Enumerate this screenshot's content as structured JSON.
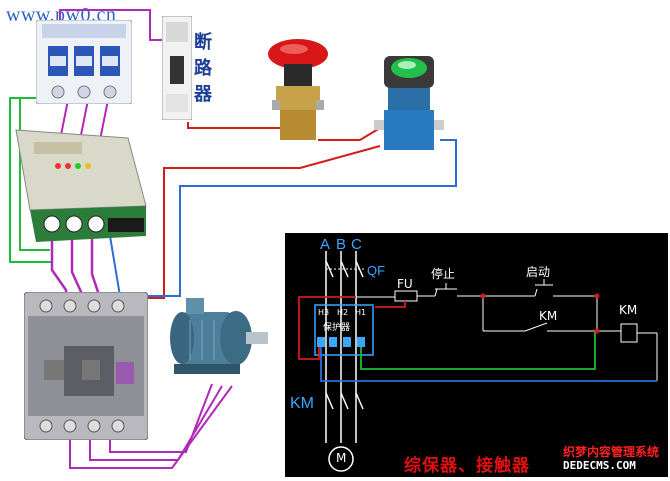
{
  "site_url": "www.pw0.cn",
  "breaker_label": [
    "断",
    "路",
    "器"
  ],
  "schematic": {
    "phase_a": "A",
    "phase_b": "B",
    "phase_c": "C",
    "qf_label": "QF",
    "fuse_label": "FU",
    "stop_label": "停止",
    "start_label": "启动",
    "km_contact": "KM",
    "km_coil": "KM",
    "km_main": "KM",
    "protector_label": "保护器",
    "h_terminals": [
      "H3",
      "H2",
      "H1"
    ],
    "motor_symbol": "M"
  },
  "caption": "综保器、接触器",
  "watermark_cn": "织梦内容管理系统",
  "watermark_en": "DEDECMS.COM",
  "colors": {
    "red_wire": "#d61b1b",
    "blue_wire": "#2a6fd8",
    "green_wire": "#1fbb3a",
    "purple_wire": "#b02ab8",
    "cyan_wire": "#3aa7ff"
  }
}
